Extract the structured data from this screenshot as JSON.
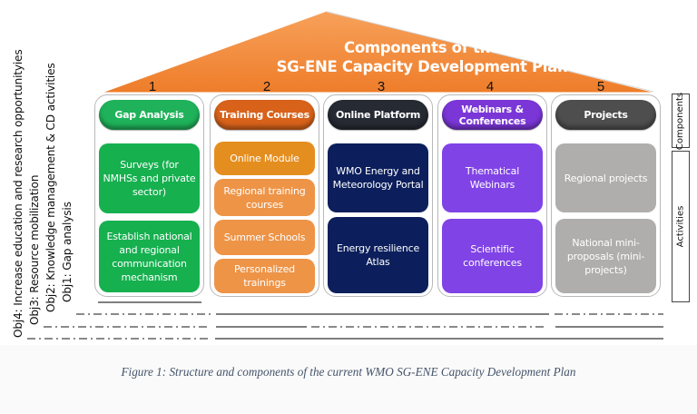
{
  "diagram": {
    "roof_title_line1": "Components of the",
    "roof_title_line2": "SG-ENE Capacity Development Plan",
    "roof_color": "#f08a32",
    "columns": [
      {
        "number": "1",
        "component": "Gap Analysis",
        "component_color": "#1fb25a",
        "activity_color": "#16b04f",
        "activities": [
          "Surveys (for NMHSs and private sector)",
          "Establish national and regional communication mechanism"
        ]
      },
      {
        "number": "2",
        "component": "Training Courses",
        "component_color": "#d8621a",
        "activity_color": "#ee9447",
        "activities": [
          "Online Module",
          "Regional training courses",
          "Summer Schools",
          "Personalized trainings"
        ]
      },
      {
        "number": "3",
        "component": "Online Platform",
        "component_color": "#262a33",
        "activity_color": "#0c1f5c",
        "activities": [
          "WMO Energy and Meteorology Portal",
          "Energy resilience Atlas"
        ]
      },
      {
        "number": "4",
        "component": "Webinars & Conferences",
        "component_color": "#7a36d6",
        "activity_color": "#8043e6",
        "activities": [
          "Thematical Webinars",
          "Scientific conferences"
        ]
      },
      {
        "number": "5",
        "component": "Projects",
        "component_color": "#4e4e4e",
        "activity_color": "#b0adad",
        "activities": [
          "Regional projects",
          "National mini-proposals (mini-projects)"
        ]
      }
    ],
    "side_labels": {
      "components": "Components",
      "activities": "Activities"
    },
    "objectives": [
      "Obj4: Increase education and research opportunityies",
      "Obj3: Resource mobilization",
      "Obj2: Knowledge management & CD activities",
      "Obj1: Gap analysis"
    ]
  },
  "caption": "Figure 1: Structure and components of the current WMO SG-ENE Capacity Development Plan"
}
